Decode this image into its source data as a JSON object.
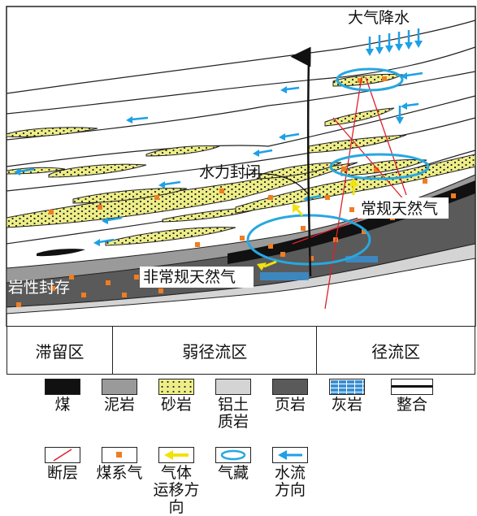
{
  "diagram": {
    "labels": {
      "precipitation": "大气降水",
      "hydraulic_seal": "水力封闭",
      "conventional_gas": "常规天然气",
      "unconventional_gas": "非常规天然气",
      "lithologic_seal": "岩性封存"
    },
    "zones": [
      "滞留区",
      "弱径流区",
      "径流区"
    ]
  },
  "legend": {
    "items": [
      {
        "label": "煤",
        "icon": "coal-swatch"
      },
      {
        "label": "泥岩",
        "icon": "mudstone-swatch"
      },
      {
        "label": "砂岩",
        "icon": "sandstone-swatch"
      },
      {
        "label": "铝土\n质岩",
        "icon": "bauxite-swatch"
      },
      {
        "label": "页岩",
        "icon": "shale-swatch"
      },
      {
        "label": "灰岩",
        "icon": "limestone-swatch"
      },
      {
        "label": "整合",
        "icon": "conformity-swatch"
      },
      {
        "label": "断层",
        "icon": "fault-swatch"
      },
      {
        "label": "煤系气",
        "icon": "coal-gas-swatch"
      },
      {
        "label": "气体\n运移方向",
        "icon": "gas-migration-arrow"
      },
      {
        "label": "气藏",
        "icon": "gas-reservoir-ellipse"
      },
      {
        "label": "水流\n方向",
        "icon": "water-flow-arrow"
      }
    ]
  },
  "colors": {
    "coal": "#111111",
    "mudstone": "#9a9a9a",
    "sandstone": "#eeee88",
    "bauxite": "#d4d4d4",
    "shale": "#5a5a5a",
    "limestone": "#3a8fd0",
    "fault": "#e0202a",
    "coal_gas": "#ef7d22",
    "gas_arrow": "#f2e20c",
    "reservoir": "#26a8e0",
    "water": "#1ea0e6"
  }
}
